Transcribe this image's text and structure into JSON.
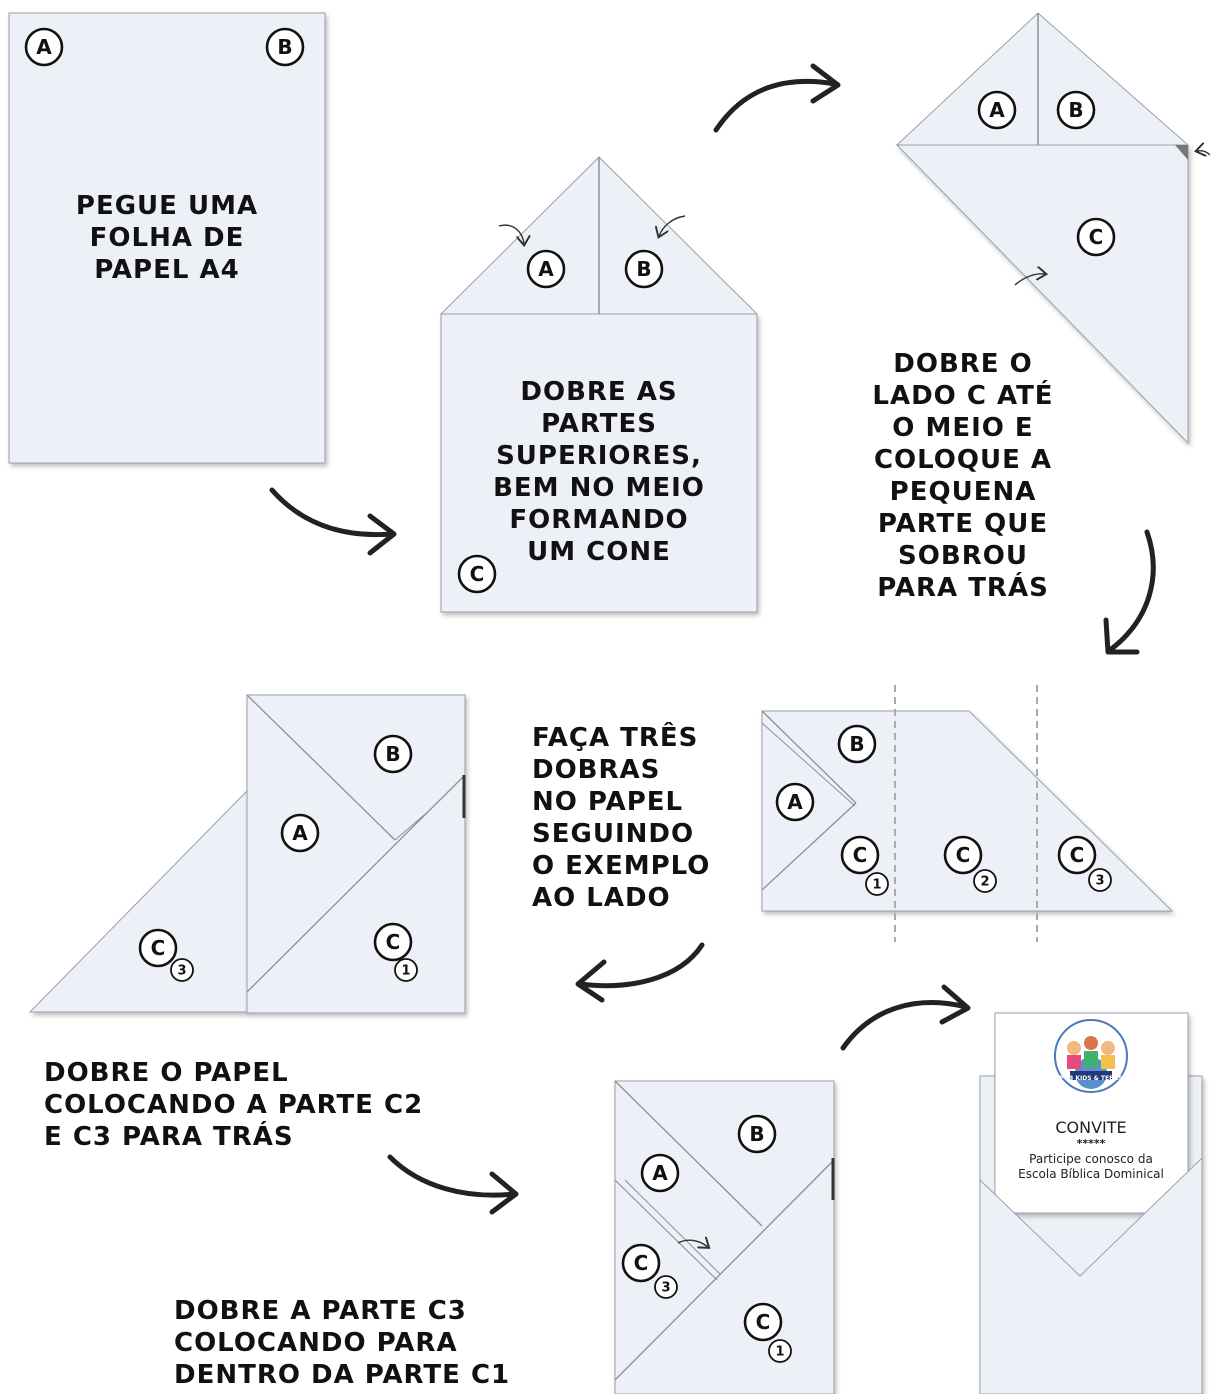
{
  "steps": [
    {
      "text": "PEGUE UMA\nFOLHA DE\nPAPEL A4"
    },
    {
      "text": "DOBRE AS\nPARTES\nSUPERIORES,\nBEM NO MEIO\nFORMANDO\nUM CONE"
    },
    {
      "text": "DOBRE O\nLADO C ATÉ\nO MEIO E\nCOLOQUE A\nPEQUENA\nPARTE QUE\nSOBROU\nPARA TRÁS"
    },
    {
      "text": "FAÇA TRÊS\nDOBRAS\nNO PAPEL\nSEGUINDO\nO EXEMPLO\nAO LADO"
    },
    {
      "text": "DOBRE O PAPEL\nCOLOCANDO A PARTE C2\nE C3 PARA TRÁS"
    },
    {
      "text": "DOBRE A PARTE C3\nCOLOCANDO PARA\nDENTRO DA PARTE C1"
    }
  ],
  "labels": {
    "a": "A",
    "b": "B",
    "c": "C",
    "n1": "1",
    "n2": "2",
    "n3": "3"
  },
  "invite": {
    "logo_text": "PUB KIDS & TEENS",
    "title": "CONVITE",
    "stars": "*****",
    "line1": "Participe conosco da",
    "line2": "Escola Bíblica Dominical"
  },
  "colors": {
    "paper": "#eef0f7",
    "stroke": "#555a63",
    "ink": "#111111",
    "crease": "#aaaaaa"
  }
}
